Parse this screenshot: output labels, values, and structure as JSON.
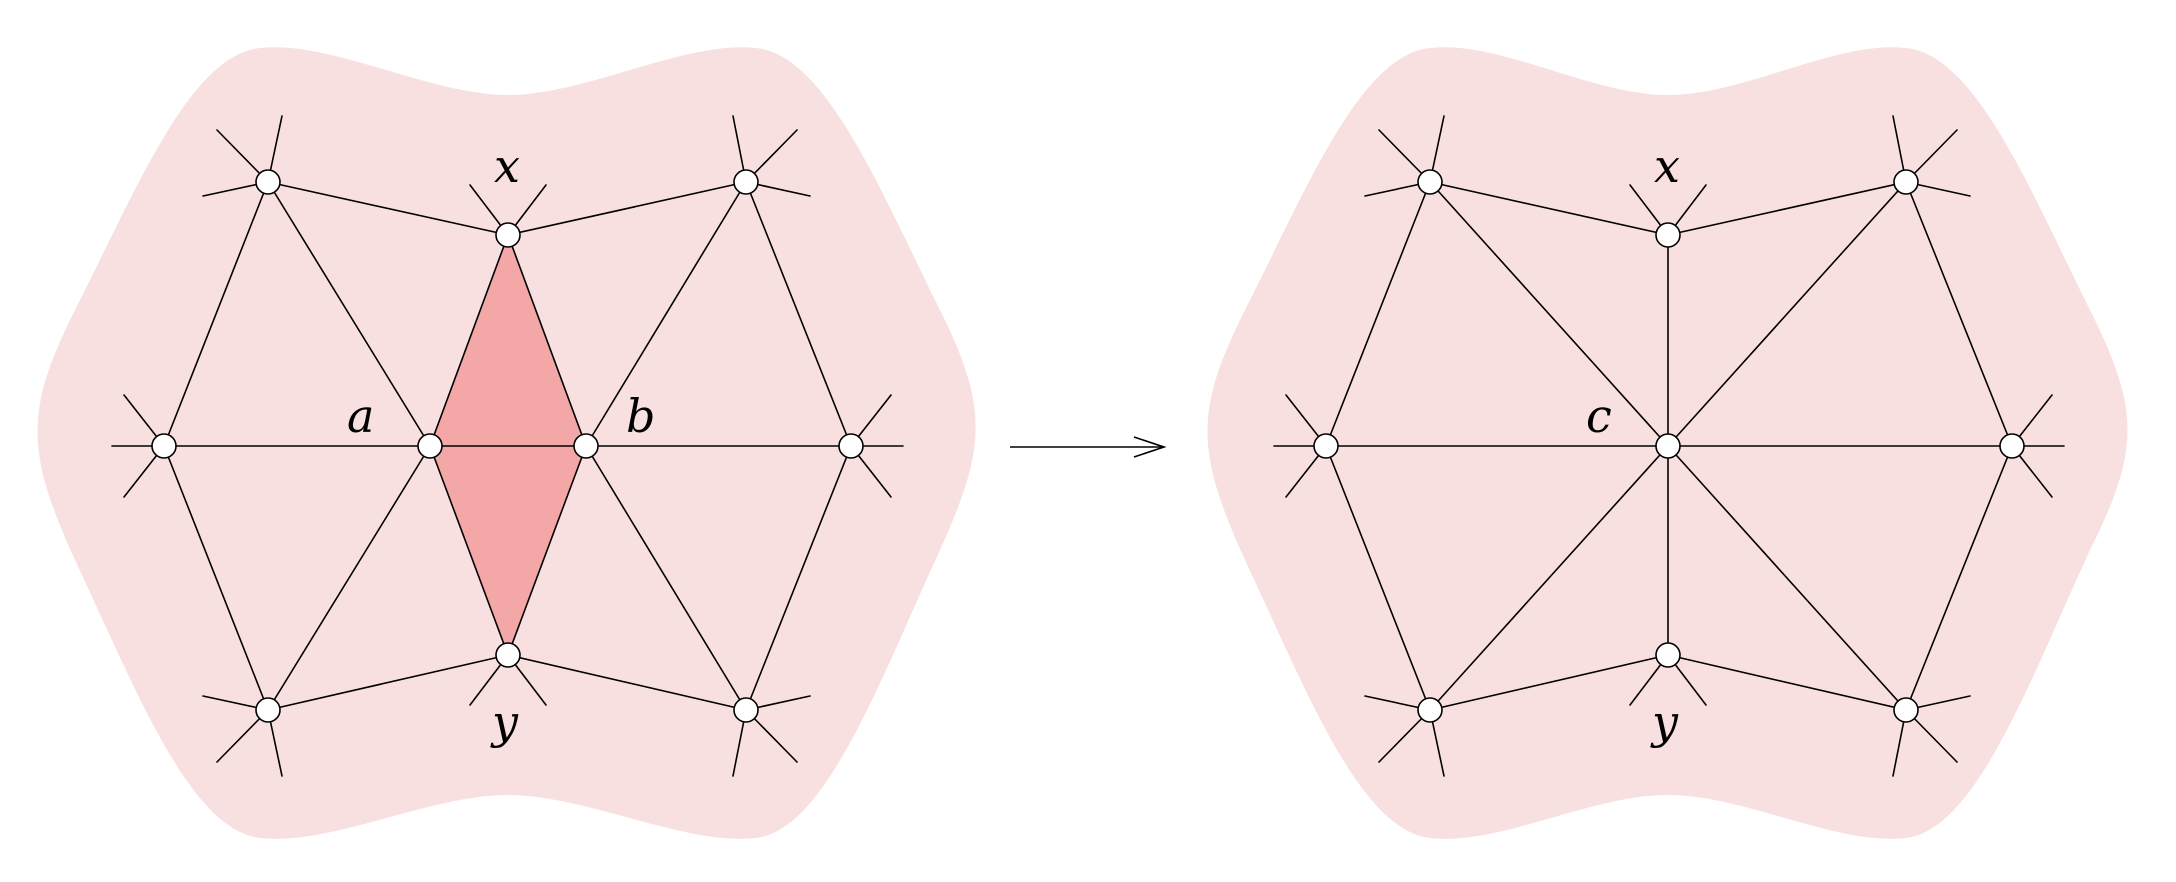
{
  "labels": {
    "left": {
      "x": "x",
      "a": "a",
      "b": "b",
      "y": "y"
    },
    "right": {
      "x": "x",
      "c": "c",
      "y": "y"
    }
  },
  "colors": {
    "background_region": "#f9e0e0",
    "highlighted_face": "#f3a7a7",
    "line": "#000000",
    "vertex_fill": "#ffffff"
  }
}
